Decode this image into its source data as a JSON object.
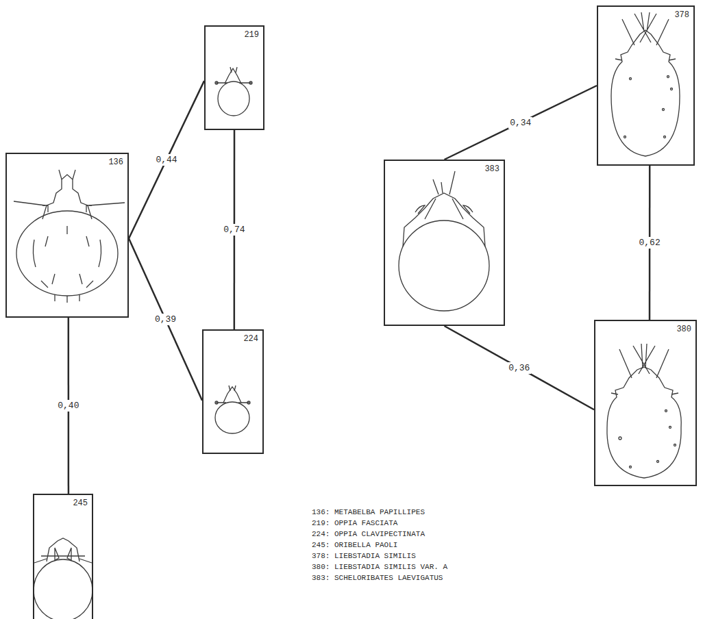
{
  "diagram": {
    "nodes": [
      {
        "text": [
          "136"
        ]
      },
      {
        "text": [
          "219"
        ]
      },
      {
        "text": [
          "224"
        ]
      },
      {
        "text": [
          "245"
        ]
      },
      {
        "text": [
          "378"
        ]
      },
      {
        "text": [
          "383"
        ]
      },
      {
        "text": [
          "380"
        ]
      }
    ],
    "edges": [
      {
        "from": 0,
        "to": 1,
        "arrow": "none",
        "label": "0,44"
      },
      {
        "from": 0,
        "to": 2,
        "arrow": "none",
        "label": "0,39"
      },
      {
        "from": 1,
        "to": 2,
        "arrow": "none",
        "label": "0,74"
      },
      {
        "from": 0,
        "to": 3,
        "arrow": "none",
        "label": "0,40"
      },
      {
        "from": 5,
        "to": 4,
        "arrow": "none",
        "label": "0,34"
      },
      {
        "from": 4,
        "to": 6,
        "arrow": "none",
        "label": "0,62"
      },
      {
        "from": 5,
        "to": 6,
        "arrow": "none",
        "label": "0,36"
      }
    ],
    "labels": [
      "136: METABELBA PAPILLIPES",
      "219: OPPIA FASCIATA",
      "224: OPPIA CLAVIPECTINATA",
      "245: ORIBELLA PAOLI",
      "378: LIEBSTADIA SIMILIS",
      "380: LIEBSTADIA SIMILIS VAR. A",
      "383: SCHELORIBATES LAEVIGATUS"
    ]
  }
}
